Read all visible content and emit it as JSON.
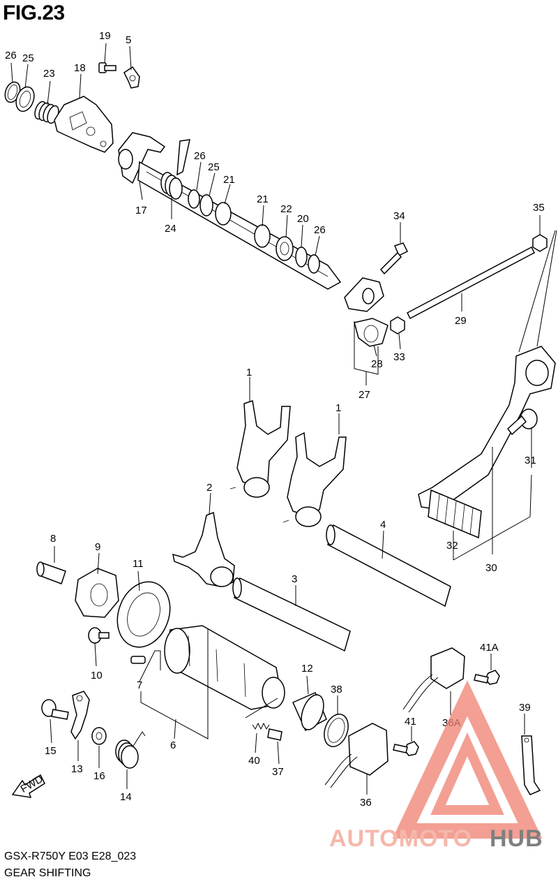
{
  "figure_title": "FIG.23",
  "caption_model": "GSX-R750Y E03 E28_023",
  "caption_name": "GEAR SHIFTING",
  "fwd_label": "FWD",
  "watermark": {
    "brand_a": "AUTOMOTO",
    "brand_b": "HUB",
    "color_a": "#f4a090",
    "color_b": "#555555",
    "triangle_color": "#f08070"
  },
  "labels": {
    "p26a": "26",
    "p25a": "25",
    "p23": "23",
    "p18": "18",
    "p19": "19",
    "p5": "5",
    "p17": "17",
    "p24": "24",
    "p26b": "26",
    "p25b": "25",
    "p21a": "21",
    "p21b": "21",
    "p22": "22",
    "p20": "20",
    "p26c": "26",
    "p34": "34",
    "p35": "35",
    "p29": "29",
    "p28": "28",
    "p33": "33",
    "p27": "27",
    "p1a": "1",
    "p1b": "1",
    "p2": "2",
    "p4": "4",
    "p3": "3",
    "p31": "31",
    "p32": "32",
    "p30": "30",
    "p8": "8",
    "p9": "9",
    "p11": "11",
    "p10": "10",
    "p7": "7",
    "p6": "6",
    "p12": "12",
    "p38": "38",
    "p41A": "41A",
    "p39": "39",
    "p36A": "36A",
    "p41": "41",
    "p36": "36",
    "p40": "40",
    "p37": "37",
    "p15": "15",
    "p13": "13",
    "p16": "16",
    "p14": "14"
  }
}
